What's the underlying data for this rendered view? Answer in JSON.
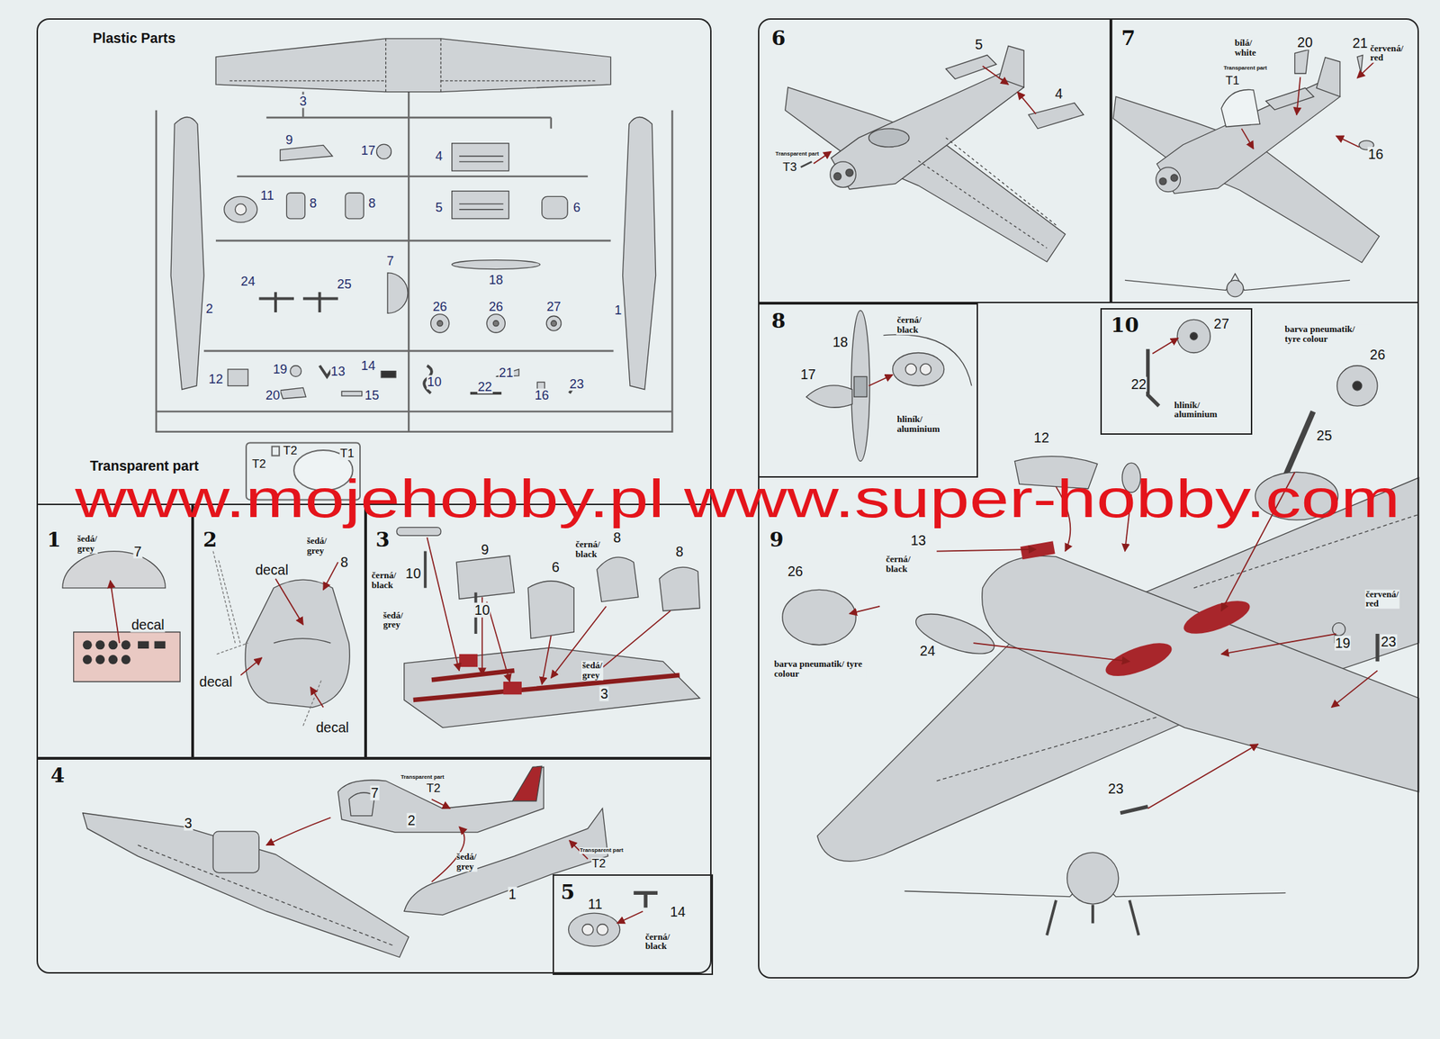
{
  "diagram": {
    "nodes": [
      {
        "text": [
          "Plastic Parts",
          "Transparent part"
        ]
      },
      {
        "text": [
          "1"
        ]
      },
      {
        "text": [
          "2"
        ]
      },
      {
        "text": [
          "3"
        ]
      },
      {
        "text": [
          "4"
        ]
      },
      {
        "text": [
          "5"
        ],
        "in": 4
      },
      {
        "text": [
          "6"
        ]
      },
      {
        "text": [
          "7"
        ]
      },
      {
        "text": [
          "8"
        ]
      },
      {
        "text": [
          "9"
        ]
      },
      {
        "text": [
          "10"
        ],
        "in": 9
      }
    ],
    "labels": [
      "3",
      "9",
      "17",
      "4",
      "11",
      "8",
      "8",
      "5",
      "6",
      "7",
      "18",
      "24",
      "25",
      "2",
      "26",
      "26",
      "27",
      "1",
      "19",
      "13",
      "14",
      "12",
      "10",
      "21",
      "22",
      "23",
      "20",
      "15",
      "16",
      "T2",
      "T1",
      "T2",
      "www.mojehobby.pl www.super-hobby.com",
      "šedá/ grey",
      "7",
      "decal",
      "šedá/ grey",
      "8",
      "decal",
      "decal",
      "decal",
      "9",
      "8",
      "černá/ black",
      "8",
      "černá/ black",
      "10",
      "6",
      "10",
      "šedá/ grey",
      "šedá/ grey",
      "3",
      "3",
      "Transparent part",
      "T2",
      "7",
      "2",
      "šedá/ grey",
      "1",
      "Transparent part",
      "T2",
      "11",
      "14",
      "černá/ black",
      "5",
      "4",
      "Transparent part",
      "T3",
      "bílá/ white",
      "20",
      "21",
      "Transparent part",
      "T1",
      "červená/ red",
      "16",
      "18",
      "černá/ black",
      "17",
      "hliník/ aluminium",
      "27",
      "22",
      "hliník/ aluminium",
      "barva pneumatik/ tyre colour",
      "26",
      "12",
      "25",
      "13",
      "černá/ black",
      "26",
      "24",
      "barva pneumatik/ tyre colour",
      "červená/ red",
      "19",
      "23",
      "23"
    ]
  }
}
